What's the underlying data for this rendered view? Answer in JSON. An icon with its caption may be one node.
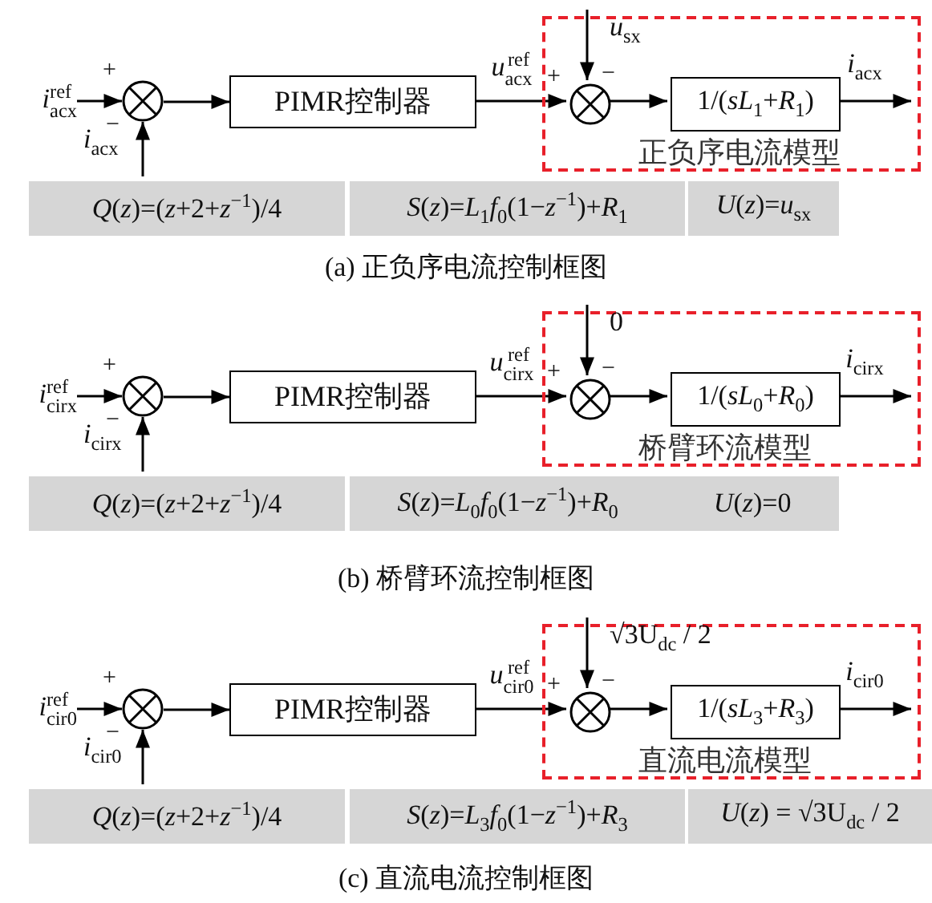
{
  "diagram": {
    "nodes": [
      {
        "text": [
          "*i*$^{ref}$$_{acx}$"
        ]
      },
      {
        "text": [],
        "shape": "circle"
      },
      {
        "text": [
          "*i*$_{acx}$"
        ]
      },
      {
        "text": [
          "PIMR控制器"
        ]
      },
      {
        "text": [
          "正负序电流模型"
        ]
      },
      {
        "text": [],
        "shape": "circle",
        "in": 4
      },
      {
        "text": [
          "*u*$_{sx}$"
        ],
        "in": 4
      },
      {
        "text": [
          "1/(*sL*$_{1}$+*R*$_{1}$)"
        ],
        "in": 4
      },
      {
        "text": [
          "*Q*(*z*)=(*z*+2+*z*$^{−1}$)/4"
        ]
      },
      {
        "text": [
          "*S*(*z*)=*L*$_{1}$*f*$_{0}$(1−*z*$^{−1}$)+*R*$_{1}$"
        ]
      },
      {
        "text": [
          "*U*(*z*)=*u*$_{sx}$"
        ]
      },
      {
        "text": [
          "*i*$^{ref}$$_{cirx}$"
        ]
      },
      {
        "text": [],
        "shape": "circle"
      },
      {
        "text": [
          "*i*$_{cirx}$"
        ]
      },
      {
        "text": [
          "PIMR控制器"
        ]
      },
      {
        "text": [
          "桥臂环流模型"
        ]
      },
      {
        "text": [],
        "shape": "circle",
        "in": 15
      },
      {
        "text": [
          "0"
        ],
        "in": 15
      },
      {
        "text": [
          "1/(*sL*$_{0}$+*R*$_{0}$)"
        ],
        "in": 15
      },
      {
        "text": [
          "*Q*(*z*)=(*z*+2+*z*$^{−1}$)/4"
        ]
      },
      {
        "text": [
          "*S*(*z*)=*L*$_{0}$*f*$_{0}$(1−*z*$^{−1}$)+*R*$_{0}$",
          "*U*(*z*)=0"
        ]
      },
      {
        "text": [
          "*i*$^{ref}$$_{cir0}$"
        ]
      },
      {
        "text": [],
        "shape": "circle"
      },
      {
        "text": [
          "*i*$_{cir0}$"
        ]
      },
      {
        "text": [
          "PIMR控制器"
        ]
      },
      {
        "text": [
          "直流电流模型"
        ]
      },
      {
        "text": [],
        "shape": "circle",
        "in": 25
      },
      {
        "text": [
          "√3U$_{dc}$ / 2"
        ],
        "in": 25
      },
      {
        "text": [
          "1/(*sL*$_{3}$+*R*$_{3}$)"
        ],
        "in": 25
      },
      {
        "text": [
          "*Q*(*z*)=(*z*+2+*z*$^{−1}$)/4"
        ]
      },
      {
        "text": [
          "*S*(*z*)=*L*$_{3}$*f*$_{0}$(1−*z*$^{−1}$)+*R*$_{3}$"
        ]
      },
      {
        "text": [
          "*U*(*z*) = √3U$_{dc}$ / 2"
        ]
      }
    ],
    "edges": [
      {
        "from": 0,
        "to": 1,
        "arrow": "to"
      },
      {
        "from": 2,
        "to": 1,
        "arrow": "to"
      },
      {
        "from": 1,
        "to": 3,
        "arrow": "to"
      },
      {
        "from": 3,
        "to": 5,
        "arrow": "to",
        "label": "*u*$^{ref}$$_{acx}$"
      },
      {
        "from": 6,
        "to": 5,
        "arrow": "to"
      },
      {
        "from": 5,
        "to": 7,
        "arrow": "to"
      },
      {
        "from": 7,
        "to": null,
        "arrow": "to",
        "label": "*i*$_{acx}$"
      },
      {
        "from": 11,
        "to": 12,
        "arrow": "to"
      },
      {
        "from": 13,
        "to": 12,
        "arrow": "to"
      },
      {
        "from": 12,
        "to": 14,
        "arrow": "to"
      },
      {
        "from": 14,
        "to": 16,
        "arrow": "to",
        "label": "*u*$^{ref}$$_{cirx}$"
      },
      {
        "from": 17,
        "to": 16,
        "arrow": "to"
      },
      {
        "from": 16,
        "to": 18,
        "arrow": "to"
      },
      {
        "from": 18,
        "to": null,
        "arrow": "to",
        "label": "*i*$_{cirx}$"
      },
      {
        "from": 21,
        "to": 22,
        "arrow": "to"
      },
      {
        "from": 23,
        "to": 22,
        "arrow": "to"
      },
      {
        "from": 22,
        "to": 24,
        "arrow": "to"
      },
      {
        "from": 24,
        "to": 26,
        "arrow": "to",
        "label": "*u*$^{ref}$$_{cir0}$"
      },
      {
        "from": 27,
        "to": 26,
        "arrow": "to"
      },
      {
        "from": 26,
        "to": 28,
        "arrow": "to"
      },
      {
        "from": 28,
        "to": null,
        "arrow": "to",
        "label": "*i*$_{cir0}$"
      }
    ],
    "labels": [
      "+",
      "−",
      "+",
      "−",
      "(a) 正负序电流控制框图",
      "+",
      "−",
      "+",
      "−",
      "(b) 桥臂环流控制框图",
      "+",
      "−",
      "+",
      "−",
      "(c) 直流电流控制框图"
    ]
  }
}
